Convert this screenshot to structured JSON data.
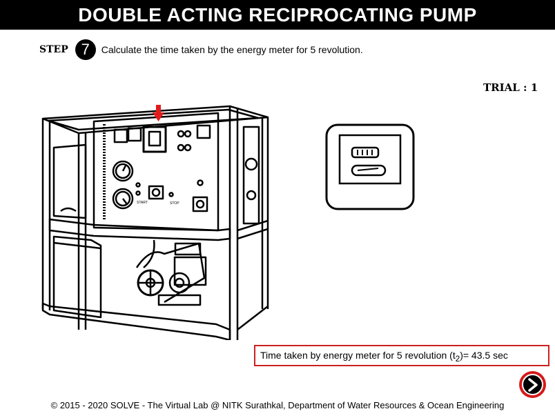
{
  "header": {
    "title": "DOUBLE ACTING RECIPROCATING PUMP"
  },
  "step": {
    "label": "STEP",
    "number": "7",
    "instruction": "Calculate the time taken by the energy meter for 5 revolution."
  },
  "trial": {
    "text": "TRIAL : 1"
  },
  "machine": {
    "start_label": "START",
    "stop_label": "STOP"
  },
  "result": {
    "prefix": "Time taken by energy meter for 5 revolution (t",
    "subscript": "2",
    "suffix": ")= 43.5 sec"
  },
  "navigation": {
    "next_icon": "next-arrow-icon",
    "next_color": "#d61a1a"
  },
  "footer": {
    "text": "© 2015 - 2020 SOLVE - The Virtual Lab @ NITK Surathkal, Department of Water Resources & Ocean Engineering"
  }
}
